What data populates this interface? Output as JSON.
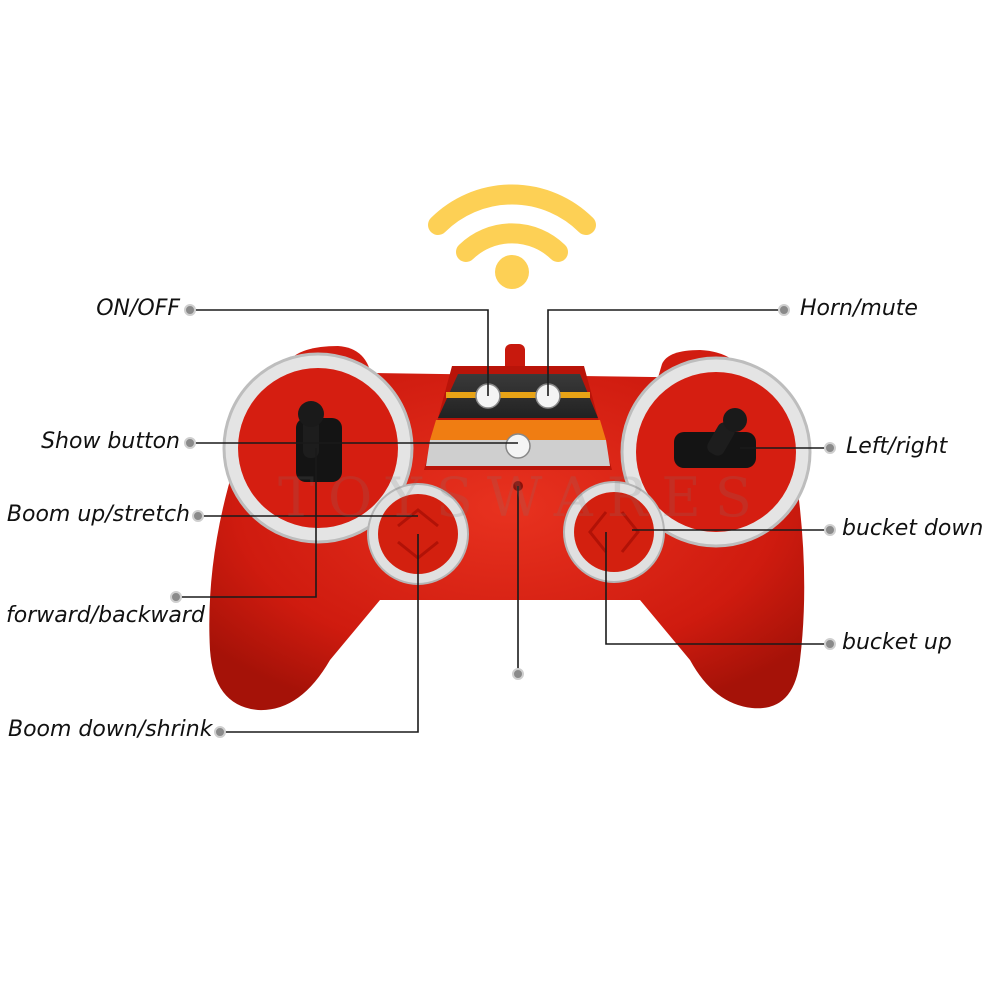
{
  "labels": {
    "on_off": "ON/OFF",
    "show_button": "Show button",
    "boom_up": "Boom up/stretch",
    "forward_backward": "forward/backward",
    "boom_down": "Boom down/shrink",
    "horn_mute": "Horn/mute",
    "left_right": "Left/right",
    "bucket_down": "bucket down",
    "bucket_up": "bucket up"
  },
  "watermark": "TOYSWARES",
  "colors": {
    "body_red": "#d31d10",
    "body_red_dark": "#a81308",
    "ring_silver": "#d9d9d9",
    "wifi_yellow": "#fdd055",
    "callout_line": "#1a1a1a",
    "callout_dot": "#8a8a8a"
  }
}
